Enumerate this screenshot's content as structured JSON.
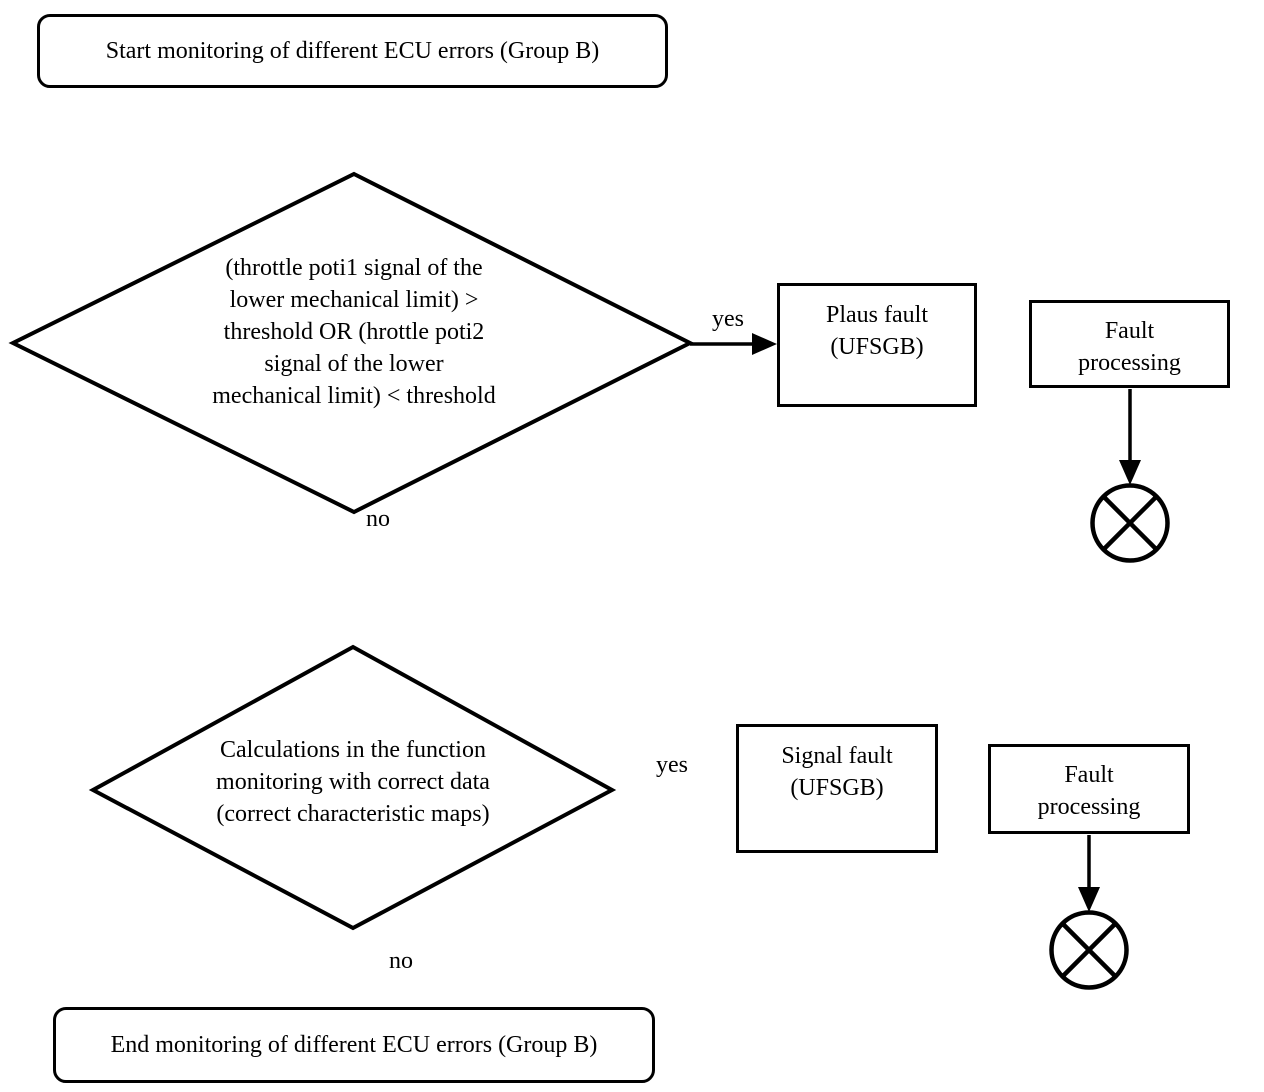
{
  "diagram": {
    "background_color": "#ffffff",
    "line_color": "#000000",
    "nodes": {
      "start": {
        "type": "terminator",
        "label": "Start monitoring of different ECU errors (Group B)"
      },
      "decision1": {
        "type": "decision",
        "label": [
          "(throttle poti1 signal of the",
          "lower mechanical limit) >",
          "threshold OR (hrottle poti2",
          "signal of the lower",
          "mechanical limit) < threshold"
        ]
      },
      "plaus_fault": {
        "type": "process",
        "label": [
          "Plaus fault",
          "(UFSGB)"
        ]
      },
      "fault_processing_1": {
        "type": "process",
        "label": [
          "Fault",
          "processing"
        ]
      },
      "connector_1": {
        "type": "crossed-circle-connector"
      },
      "decision2": {
        "type": "decision",
        "label": [
          "Calculations in the function",
          "monitoring with correct data",
          "(correct characteristic maps)"
        ]
      },
      "signal_fault": {
        "type": "process",
        "label": [
          "Signal fault",
          "(UFSGB)"
        ]
      },
      "fault_processing_2": {
        "type": "process",
        "label": [
          "Fault",
          "processing"
        ]
      },
      "connector_2": {
        "type": "crossed-circle-connector"
      },
      "end": {
        "type": "terminator",
        "label": "End monitoring of different ECU errors (Group B)"
      }
    },
    "edge_labels": {
      "decision1_yes": "yes",
      "decision1_no": "no",
      "decision2_yes": "yes",
      "decision2_no": "no"
    }
  }
}
